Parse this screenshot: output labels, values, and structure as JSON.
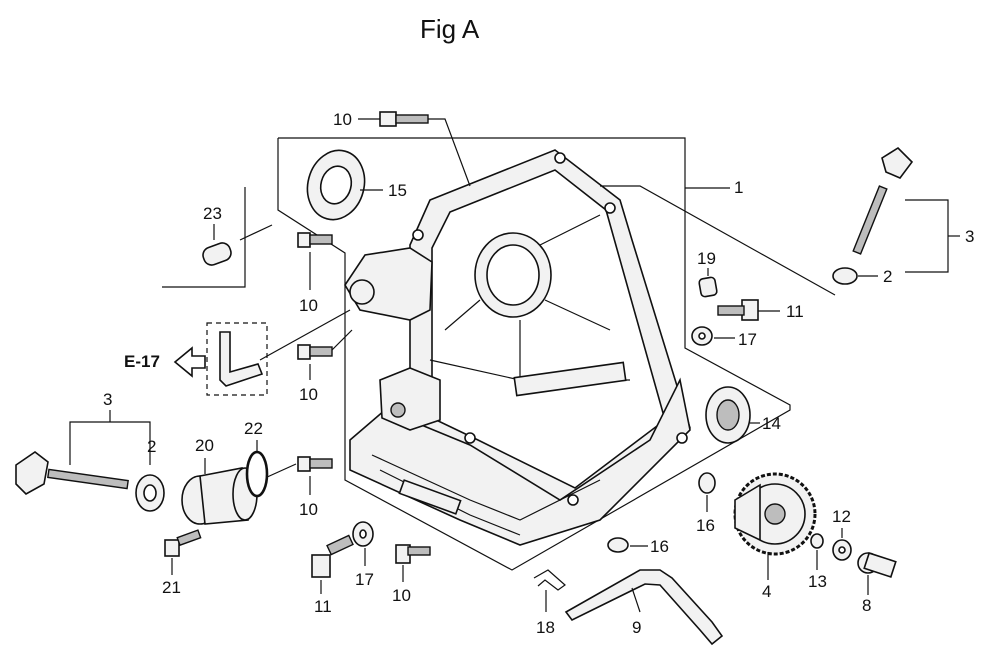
{
  "title": "Fig A",
  "reference": "E-17",
  "callouts": [
    {
      "id": "c1",
      "text": "1"
    },
    {
      "id": "c2a",
      "text": "2"
    },
    {
      "id": "c2b",
      "text": "2"
    },
    {
      "id": "c3a",
      "text": "3"
    },
    {
      "id": "c3b",
      "text": "3"
    },
    {
      "id": "c4",
      "text": "4"
    },
    {
      "id": "c8",
      "text": "8"
    },
    {
      "id": "c9",
      "text": "9"
    },
    {
      "id": "c10a",
      "text": "10"
    },
    {
      "id": "c10b",
      "text": "10"
    },
    {
      "id": "c10c",
      "text": "10"
    },
    {
      "id": "c10d",
      "text": "10"
    },
    {
      "id": "c10e",
      "text": "10"
    },
    {
      "id": "c11a",
      "text": "11"
    },
    {
      "id": "c11b",
      "text": "11"
    },
    {
      "id": "c12",
      "text": "12"
    },
    {
      "id": "c13",
      "text": "13"
    },
    {
      "id": "c14",
      "text": "14"
    },
    {
      "id": "c15",
      "text": "15"
    },
    {
      "id": "c16a",
      "text": "16"
    },
    {
      "id": "c16b",
      "text": "16"
    },
    {
      "id": "c17a",
      "text": "17"
    },
    {
      "id": "c17b",
      "text": "17"
    },
    {
      "id": "c18",
      "text": "18"
    },
    {
      "id": "c19",
      "text": "19"
    },
    {
      "id": "c20",
      "text": "20"
    },
    {
      "id": "c21",
      "text": "21"
    },
    {
      "id": "c22",
      "text": "22"
    },
    {
      "id": "c23",
      "text": "23"
    }
  ]
}
